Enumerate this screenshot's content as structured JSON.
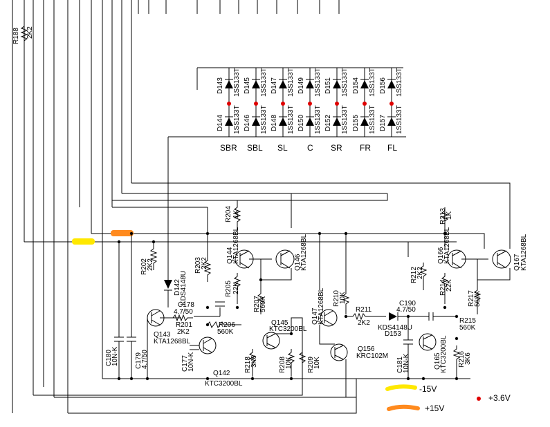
{
  "title": "",
  "diode_column_labels": [
    "SBR",
    "SBL",
    "SL",
    "C",
    "SR",
    "FR",
    "FL"
  ],
  "diode_pairs": [
    {
      "top": "D143",
      "bottom": "D144",
      "type": "1SS133T"
    },
    {
      "top": "D145",
      "bottom": "D146",
      "type": "1SS133T"
    },
    {
      "top": "D147",
      "bottom": "D148",
      "type": "1SS133T"
    },
    {
      "top": "D149",
      "bottom": "D150",
      "type": "1SS133T"
    },
    {
      "top": "D151",
      "bottom": "D152",
      "type": "1SS133T"
    },
    {
      "top": "D154",
      "bottom": "D155",
      "type": "1SS133T"
    },
    {
      "top": "D156",
      "bottom": "D157",
      "type": "1SS133T"
    }
  ],
  "components": {
    "r188": {
      "ref": "R188",
      "value": "2K2"
    },
    "r202": {
      "ref": "R202",
      "value": "2K2"
    },
    "d142": {
      "ref": "D142",
      "value": "KDS4148U"
    },
    "r203": {
      "ref": "R203",
      "value": "2K2"
    },
    "r204": {
      "ref": "R204",
      "value": "1K"
    },
    "r205": {
      "ref": "R205",
      "value": "22K"
    },
    "q144": {
      "ref": "Q144",
      "value": "KTA1268BL"
    },
    "q146": {
      "ref": "Q146",
      "value": "KTA1268BL"
    },
    "c178": {
      "ref": "C178",
      "value": "4.7/50"
    },
    "r201": {
      "ref": "R201",
      "value": "2K2"
    },
    "r206": {
      "ref": "R206",
      "value": "560K"
    },
    "r207": {
      "ref": "R207",
      "value": "560K"
    },
    "q143": {
      "ref": "Q143",
      "value": "KTA1268BL"
    },
    "q145": {
      "ref": "Q145",
      "value": "KTC3200BL"
    },
    "q142": {
      "ref": "Q142",
      "value": "KTC3200BL"
    },
    "c177": {
      "ref": "C177",
      "value": "10N-K"
    },
    "r218": {
      "ref": "R218",
      "value": "3K6"
    },
    "r208": {
      "ref": "R208",
      "value": "10K"
    },
    "r209": {
      "ref": "R209",
      "value": "10K"
    },
    "c180": {
      "ref": "C180",
      "value": "10N-K"
    },
    "c179": {
      "ref": "C179",
      "value": "4.7/50"
    },
    "q147": {
      "ref": "Q147",
      "value": "KTA1268BL"
    },
    "r210": {
      "ref": "R210",
      "value": "10K"
    },
    "r211": {
      "ref": "R211",
      "value": "2K2"
    },
    "q156": {
      "ref": "Q156",
      "value": "KRC102M"
    },
    "d153": {
      "ref": "D153",
      "value": "KDS4148U"
    },
    "r213": {
      "ref": "R213",
      "value": "1K"
    },
    "r212": {
      "ref": "R212",
      "value": "2K2"
    },
    "q166": {
      "ref": "Q166",
      "value": "KTA1268BL"
    },
    "q167": {
      "ref": "Q167",
      "value": "KTA1268BL"
    },
    "r214": {
      "ref": "R214",
      "value": "22K"
    },
    "r217": {
      "ref": "R217",
      "value": "560K"
    },
    "c190": {
      "ref": "C190",
      "value": "4.7/50"
    },
    "r215": {
      "ref": "R215",
      "value": "560K"
    },
    "c181": {
      "ref": "C181",
      "value": "10N-K"
    },
    "q165": {
      "ref": "Q165",
      "value": "KTC3200BL"
    },
    "r216": {
      "ref": "R216",
      "value": "3K6"
    }
  },
  "legend": {
    "neg15": "-15V",
    "pos15": "+15V",
    "pos36": "+3.6V",
    "neg15_color": "#ffe800",
    "pos15_color": "#ff8a1e",
    "pos36_color": "#e00000"
  }
}
